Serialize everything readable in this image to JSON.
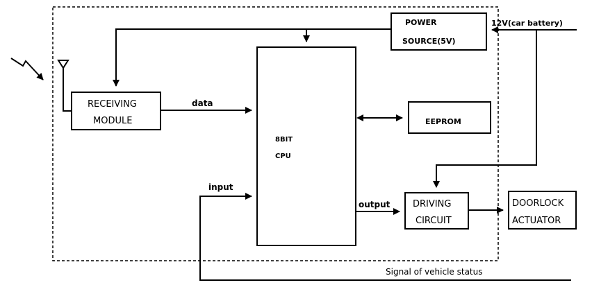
{
  "blocks": {
    "power": {
      "line1": "POWER",
      "line2": "SOURCE(5V)"
    },
    "receiving": {
      "line1": "RECEIVING",
      "line2": "MODULE"
    },
    "cpu": {
      "line1": "8BIT",
      "line2": "CPU"
    },
    "eeprom": {
      "label": "EEPROM"
    },
    "driving": {
      "line1": "DRIVING",
      "line2": "CIRCUIT"
    },
    "doorlock": {
      "line1": "DOORLOCK",
      "line2": "ACTUATOR"
    }
  },
  "signals": {
    "battery": "12V(car battery)",
    "data": "data",
    "input": "input",
    "output": "output",
    "vehicle_status": "Signal of vehicle status"
  }
}
